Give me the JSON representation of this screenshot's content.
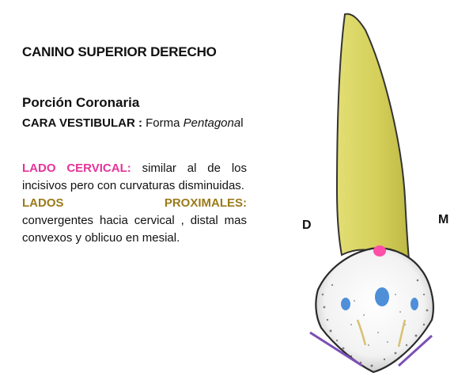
{
  "title": "CANINO SUPERIOR DERECHO",
  "section": "Porción Coronaria",
  "face": {
    "label": "CARA VESTIBULAR :",
    "text_before": " Forma ",
    "italic": "Pentagona",
    "text_after": "l"
  },
  "cervical": {
    "label": "LADO CERVICAL:",
    "text": " similar al de los incisivos pero con curvaturas disminuidas."
  },
  "proximal": {
    "label": "LADOS PROXIMALES:",
    "text": "convergentes hacia cervical , distal mas convexos y oblicuo en mesial."
  },
  "sides": {
    "distal": "D",
    "mesial": "M"
  },
  "colors": {
    "root": "#d4d05a",
    "root_outline": "#333333",
    "crown": "#ffffff",
    "cervical_marker": "#ff4fa8",
    "cusp_spots": "#4f8fd8",
    "ridges": "#d8c070",
    "proximal_lines": "#7b4fb5",
    "cervical_label": "#e6339a",
    "proximal_label": "#9b7a1a"
  }
}
